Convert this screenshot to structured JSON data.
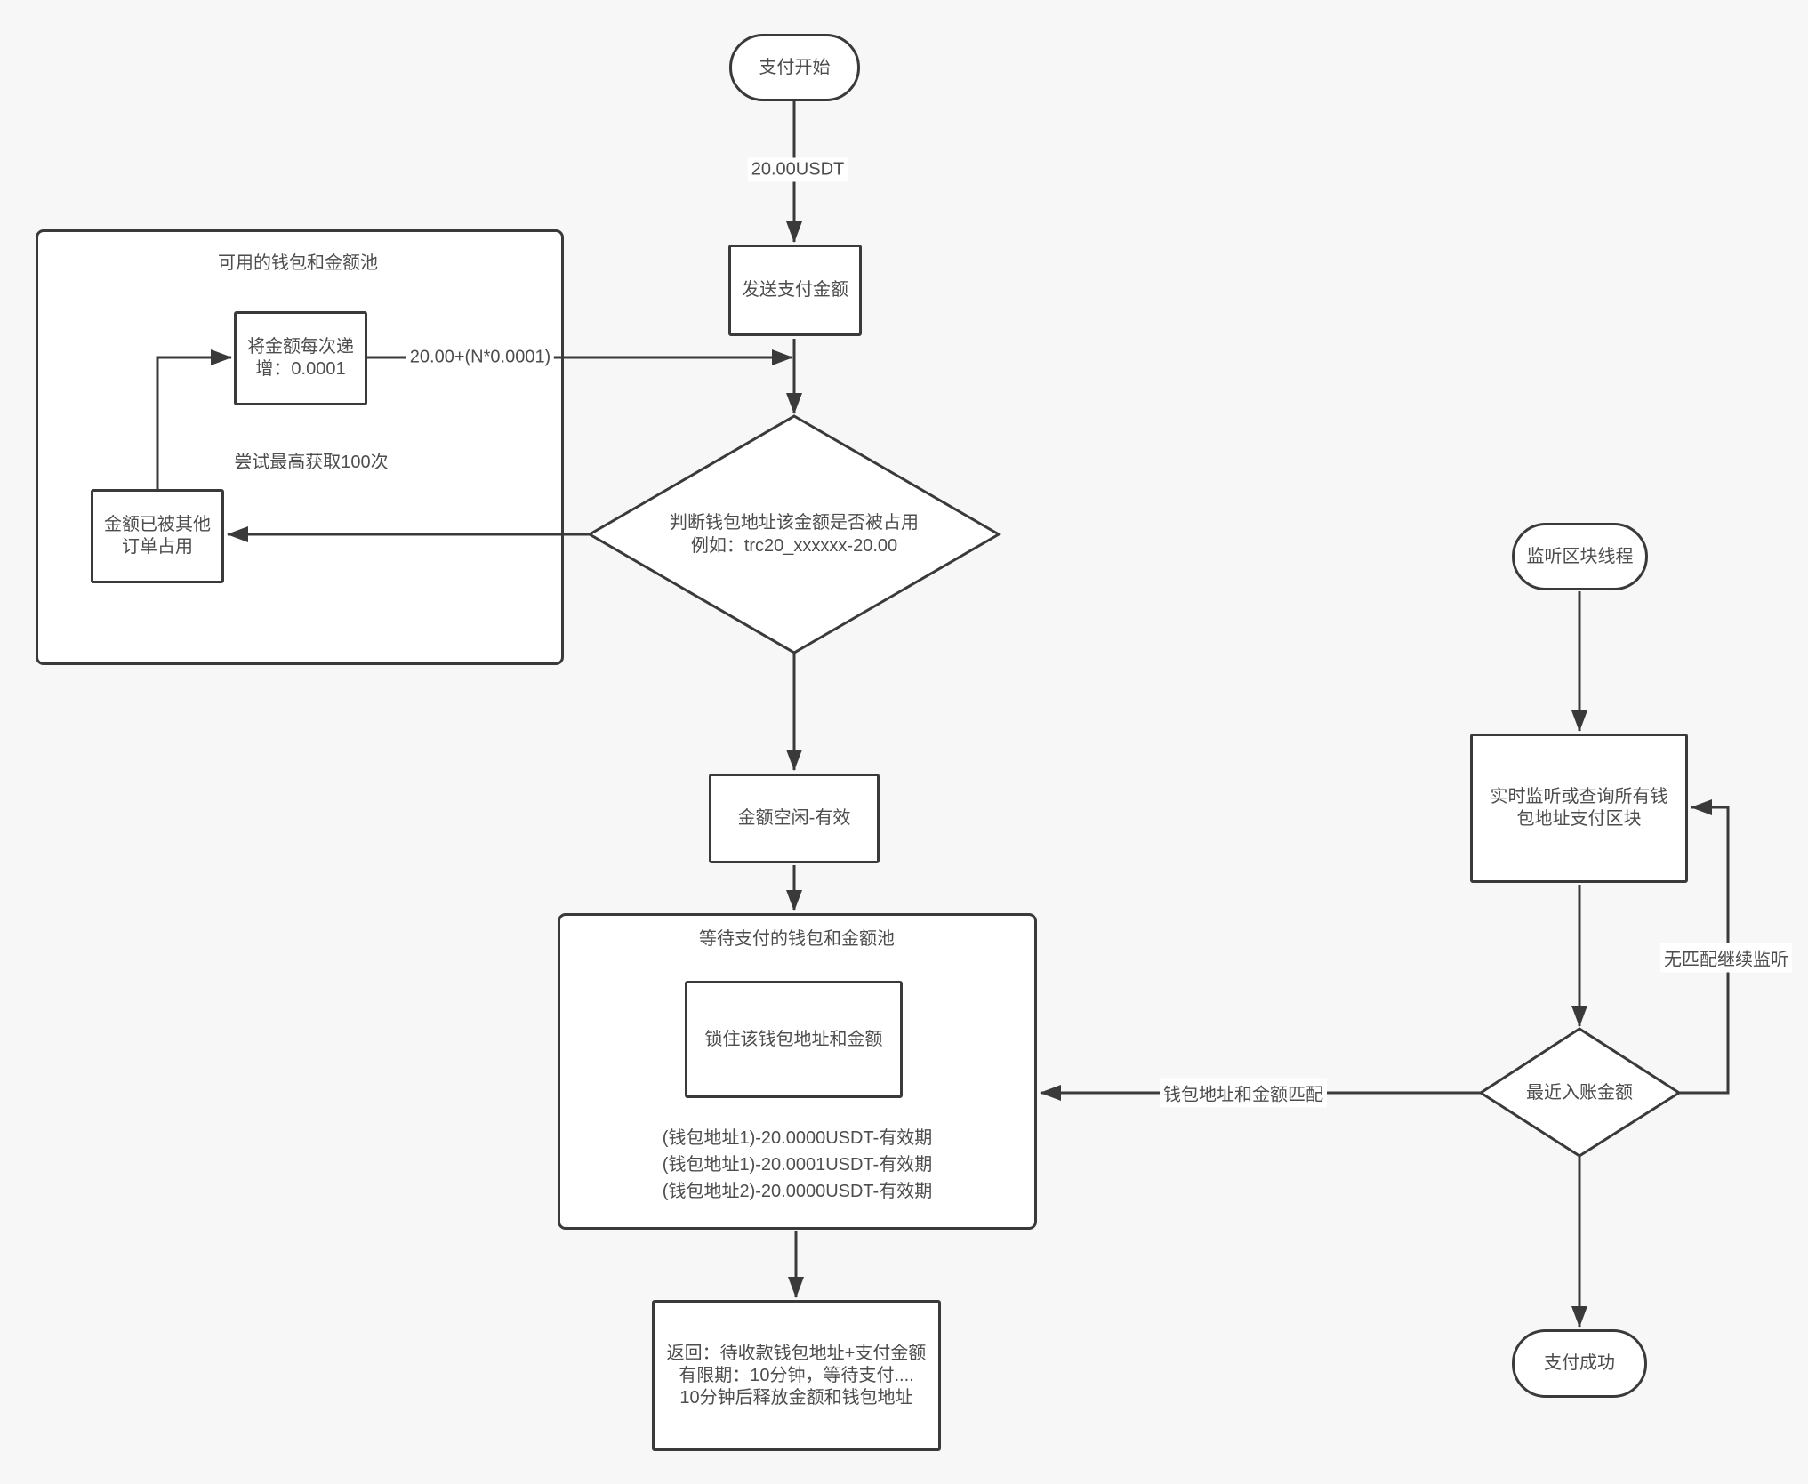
{
  "diagram": {
    "background": "#f7f7f7",
    "stroke_color": "#3a3a3a",
    "text_color": "#4d4d4d",
    "node_fill": "#ffffff",
    "nodes": {
      "start": "支付开始",
      "send_amount": "发送支付金额",
      "available_pool_title": "可用的钱包和金额池",
      "increment_line1": "将金额每次递",
      "increment_line2": "增：0.0001",
      "retry_note": "尝试最高获取100次",
      "occupied_line1": "金额已被其他",
      "occupied_line2": "订单占用",
      "judge_line1": "判断钱包地址该金额是否被占用",
      "judge_line2": "例如：trc20_xxxxxx-20.00",
      "amount_free": "金额空闲-有效",
      "waiting_pool_title": "等待支付的钱包和金额池",
      "lock": "锁住该钱包地址和金额",
      "pool_entry1": "(钱包地址1)-20.0000USDT-有效期",
      "pool_entry2": "(钱包地址1)-20.0001USDT-有效期",
      "pool_entry3": "(钱包地址2)-20.0000USDT-有效期",
      "return_line1": "返回：待收款钱包地址+支付金额",
      "return_line2": "有限期：10分钟，等待支付....",
      "return_line3": "10分钟后释放金额和钱包地址",
      "listen_thread": "监听区块线程",
      "monitor_line1": "实时监听或查询所有钱",
      "monitor_line2": "包地址支付区块",
      "recent_amount": "最近入账金额",
      "success": "支付成功"
    },
    "edge_labels": {
      "initial_amount": "20.00USDT",
      "increment_formula": "20.00+(N*0.0001)",
      "match": "钱包地址和金额匹配",
      "no_match": "无匹配继续监听"
    }
  }
}
